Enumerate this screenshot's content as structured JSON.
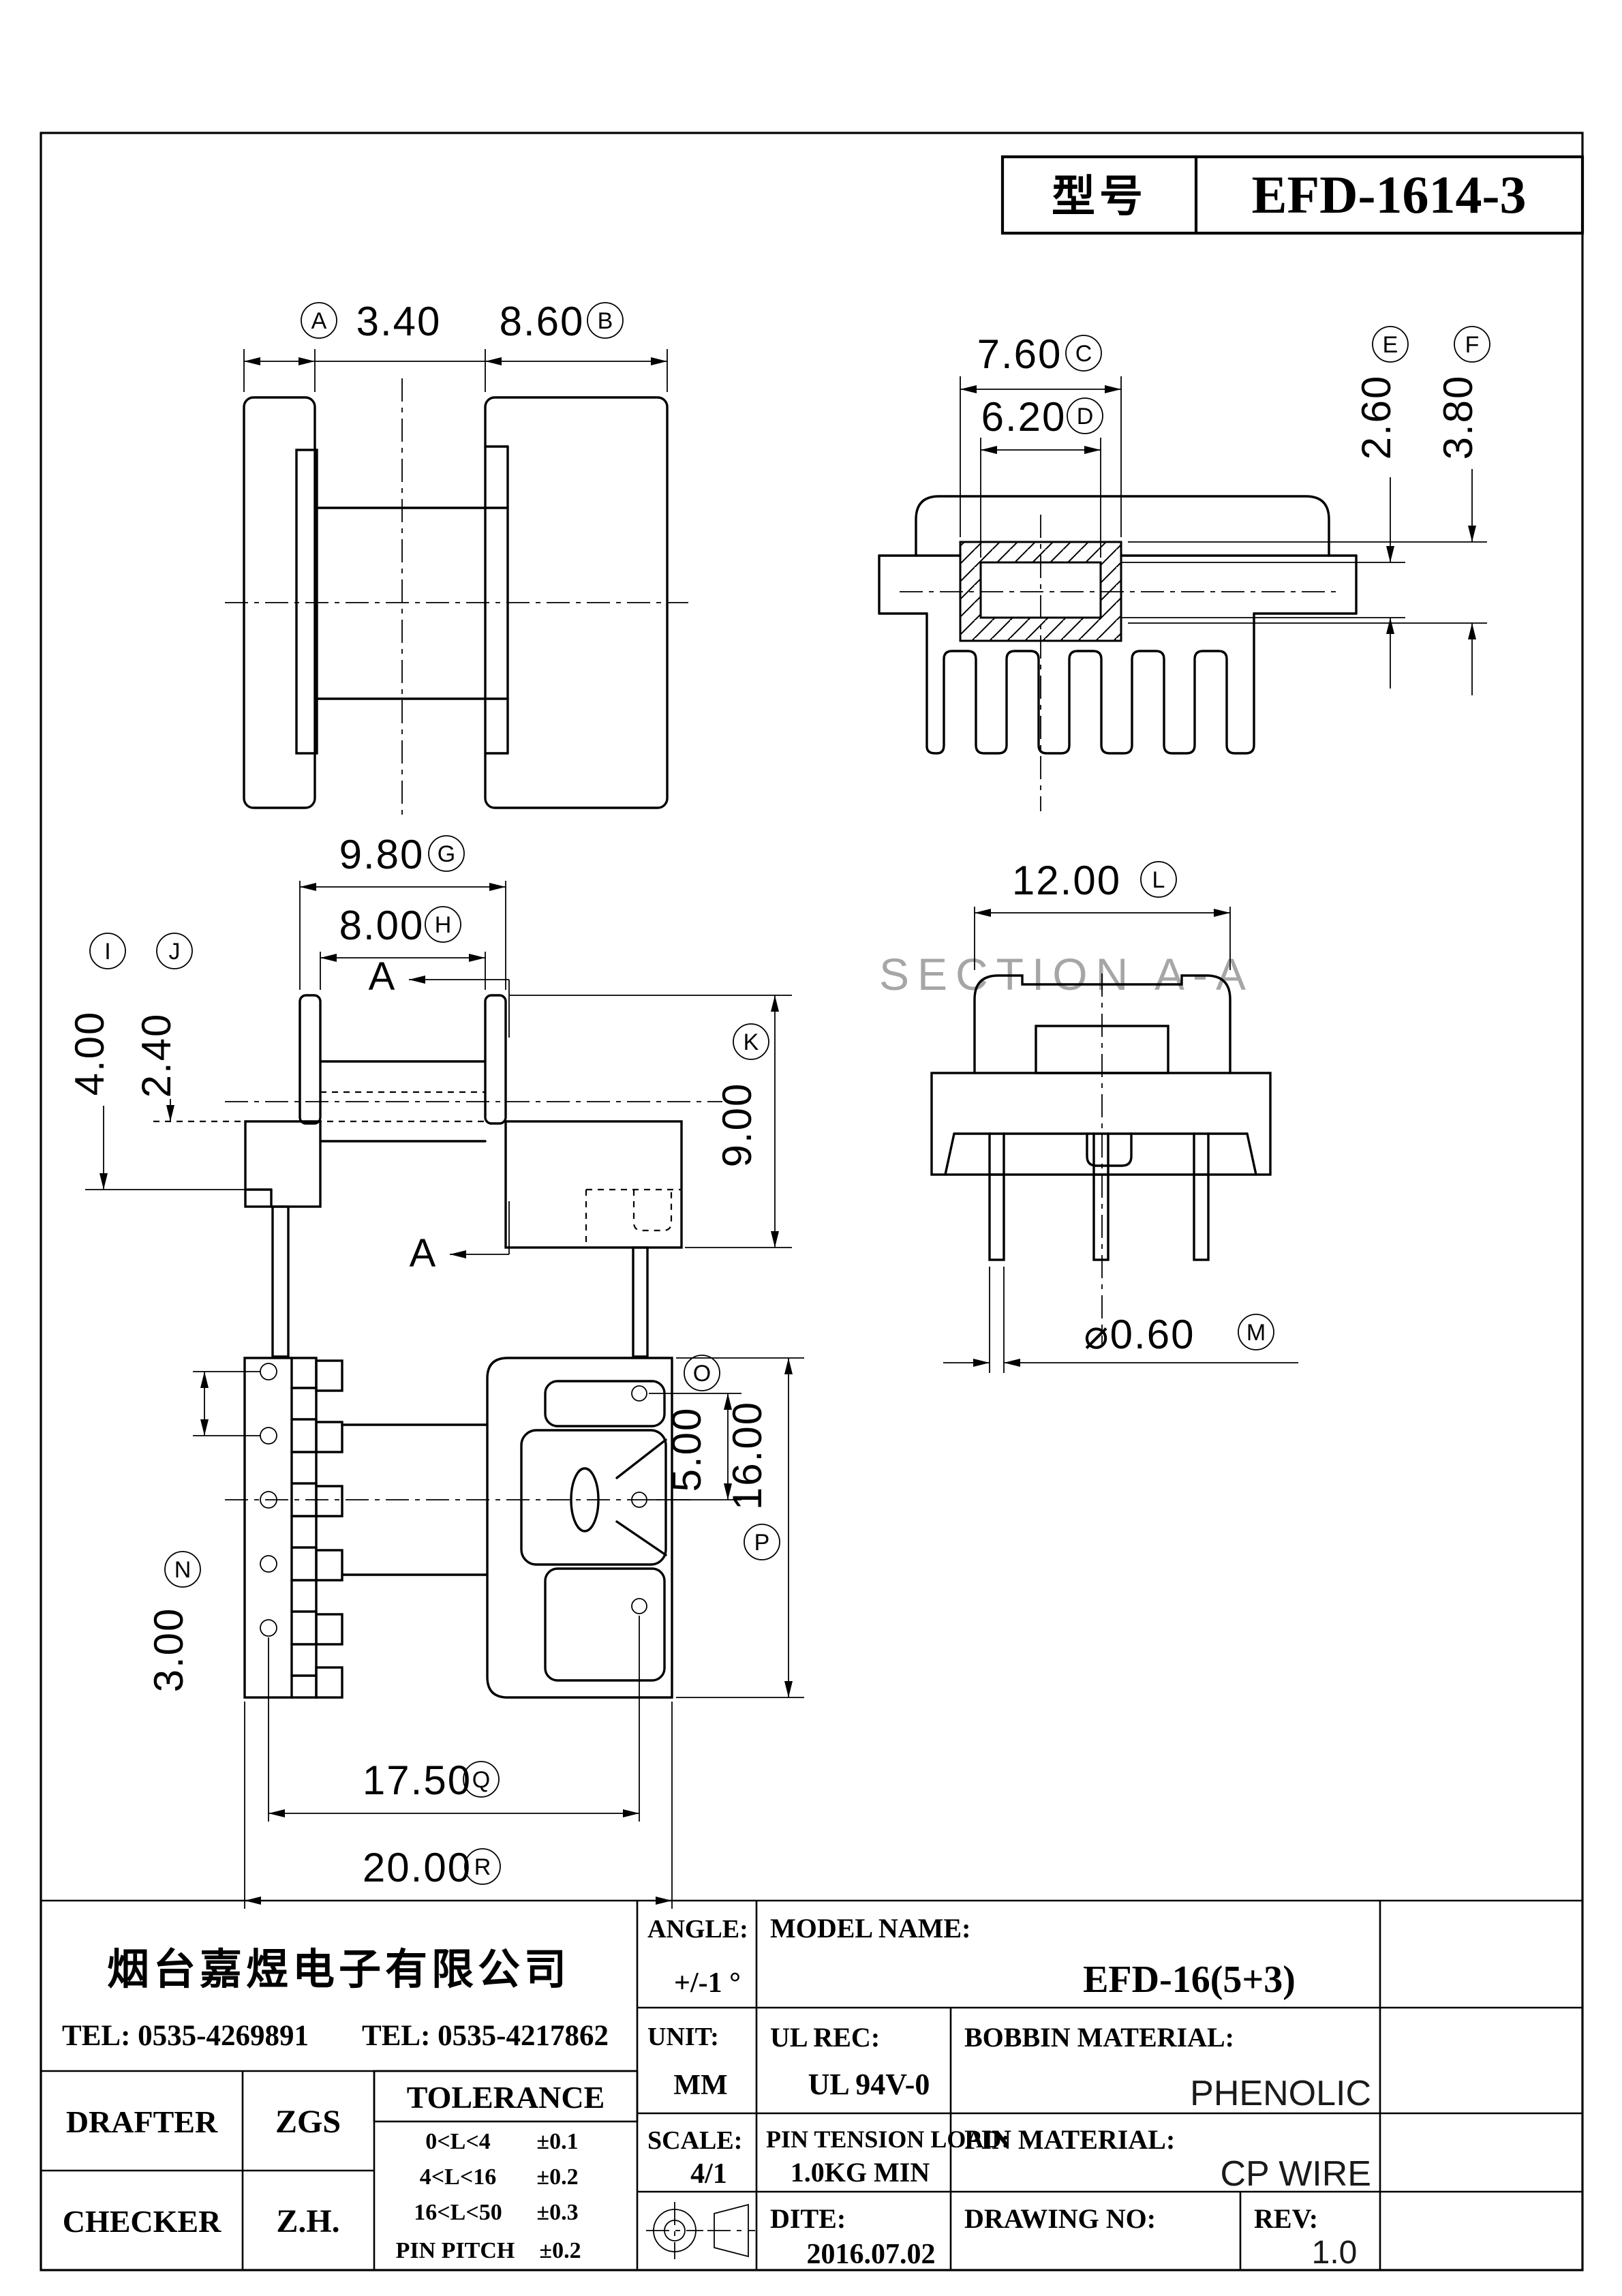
{
  "model_box": {
    "label": "型号",
    "value": "EFD-1614-3"
  },
  "section_label": "SECTION A-A",
  "cut_label": "A",
  "dims": {
    "a": {
      "letter": "A",
      "value": "3.40"
    },
    "b": {
      "letter": "B",
      "value": "8.60"
    },
    "c": {
      "letter": "C",
      "value": "7.60"
    },
    "d": {
      "letter": "D",
      "value": "6.20"
    },
    "e": {
      "letter": "E",
      "value": "2.60"
    },
    "f": {
      "letter": "F",
      "value": "3.80"
    },
    "g": {
      "letter": "G",
      "value": "9.80"
    },
    "h": {
      "letter": "H",
      "value": "8.00"
    },
    "i": {
      "letter": "I",
      "value": "4.00"
    },
    "j": {
      "letter": "J",
      "value": "2.40"
    },
    "k": {
      "letter": "K",
      "value": "9.00"
    },
    "l": {
      "letter": "L",
      "value": "12.00"
    },
    "m": {
      "letter": "M",
      "value": "⌀0.60"
    },
    "n": {
      "letter": "N",
      "value": "3.00"
    },
    "o": {
      "letter": "O",
      "value": "5.00"
    },
    "p": {
      "letter": "P",
      "value": "16.00"
    },
    "q": {
      "letter": "Q",
      "value": "17.50"
    },
    "r": {
      "letter": "R",
      "value": "20.00"
    }
  },
  "tb": {
    "company": "烟台嘉煜电子有限公司",
    "tel_1": "TEL: 0535-4269891",
    "tel_2": "TEL: 0535-4217862",
    "drafter_label": "DRAFTER",
    "drafter_value": "ZGS",
    "checker_label": "CHECKER",
    "checker_value": "Z.H.",
    "tolerance_title": "TOLERANCE",
    "tolerance_rows": [
      {
        "range": "0<L<4",
        "tol": "±0.1"
      },
      {
        "range": "4<L<16",
        "tol": "±0.2"
      },
      {
        "range": "16<L<50",
        "tol": "±0.3"
      },
      {
        "range": "PIN PITCH",
        "tol": "±0.2"
      }
    ],
    "angle_label": "ANGLE:",
    "angle_value": "+/-1 °",
    "unit_label": "UNIT:",
    "unit_value": "MM",
    "scale_label": "SCALE:",
    "scale_value": "4/1",
    "model_name_label": "MODEL NAME:",
    "model_name_value": "EFD-16(5+3)",
    "ul_label": "UL REC:",
    "ul_value": "UL 94V-0",
    "bobbin_label": "BOBBIN MATERIAL:",
    "bobbin_value": "PHENOLIC",
    "pin_tension_label": "PIN TENSION LOAD:",
    "pin_tension_value": "1.0KG MIN",
    "pin_material_label": "PIN MATERIAL:",
    "pin_material_value": "CP WIRE",
    "dite_label": "DITE:",
    "dite_value": "2016.07.02",
    "drawing_no_label": "DRAWING NO:",
    "rev_label": "REV:",
    "rev_value": "1.0"
  }
}
